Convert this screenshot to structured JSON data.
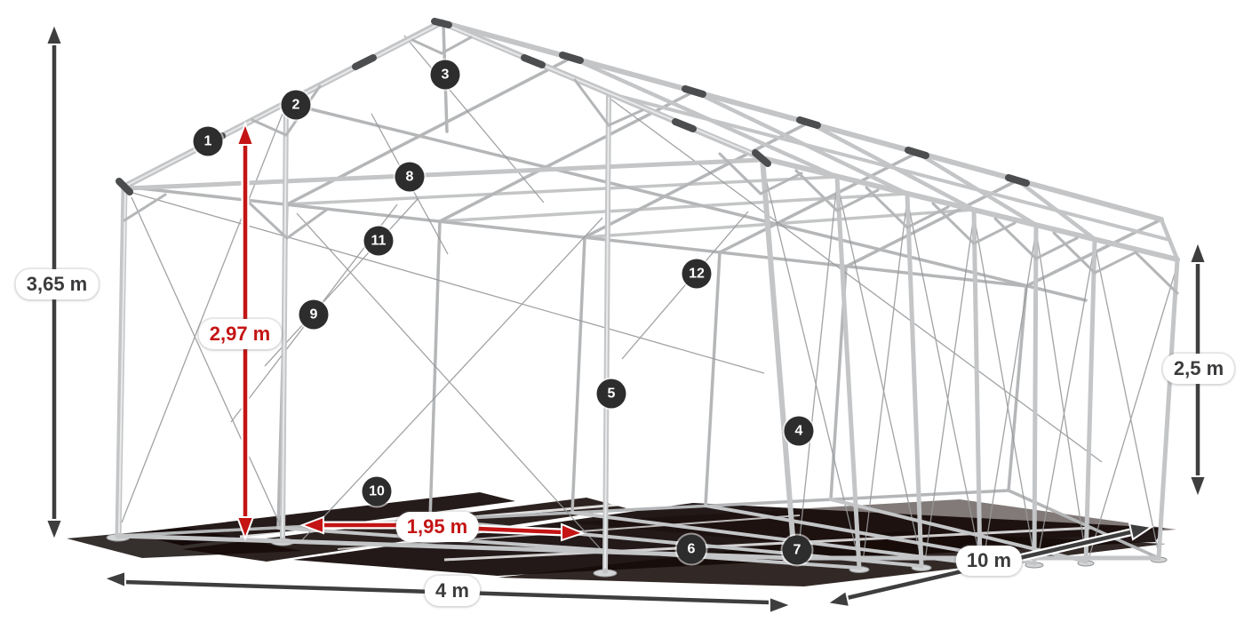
{
  "colors": {
    "dimension_red": "#c41414",
    "dimension_dark": "#3e3e3e",
    "badge_background": "#2d2d2d",
    "steel_light": "#c3c5c7"
  },
  "dimension_labels": {
    "total_height": "3,65 m",
    "clear_height": "2,97 m",
    "side_height": "2,5 m",
    "clear_width": "1,95 m",
    "width": "4 m",
    "length": "10 m"
  },
  "part_badges": [
    "1",
    "2",
    "3",
    "4",
    "5",
    "6",
    "7",
    "8",
    "9",
    "10",
    "11",
    "12"
  ]
}
